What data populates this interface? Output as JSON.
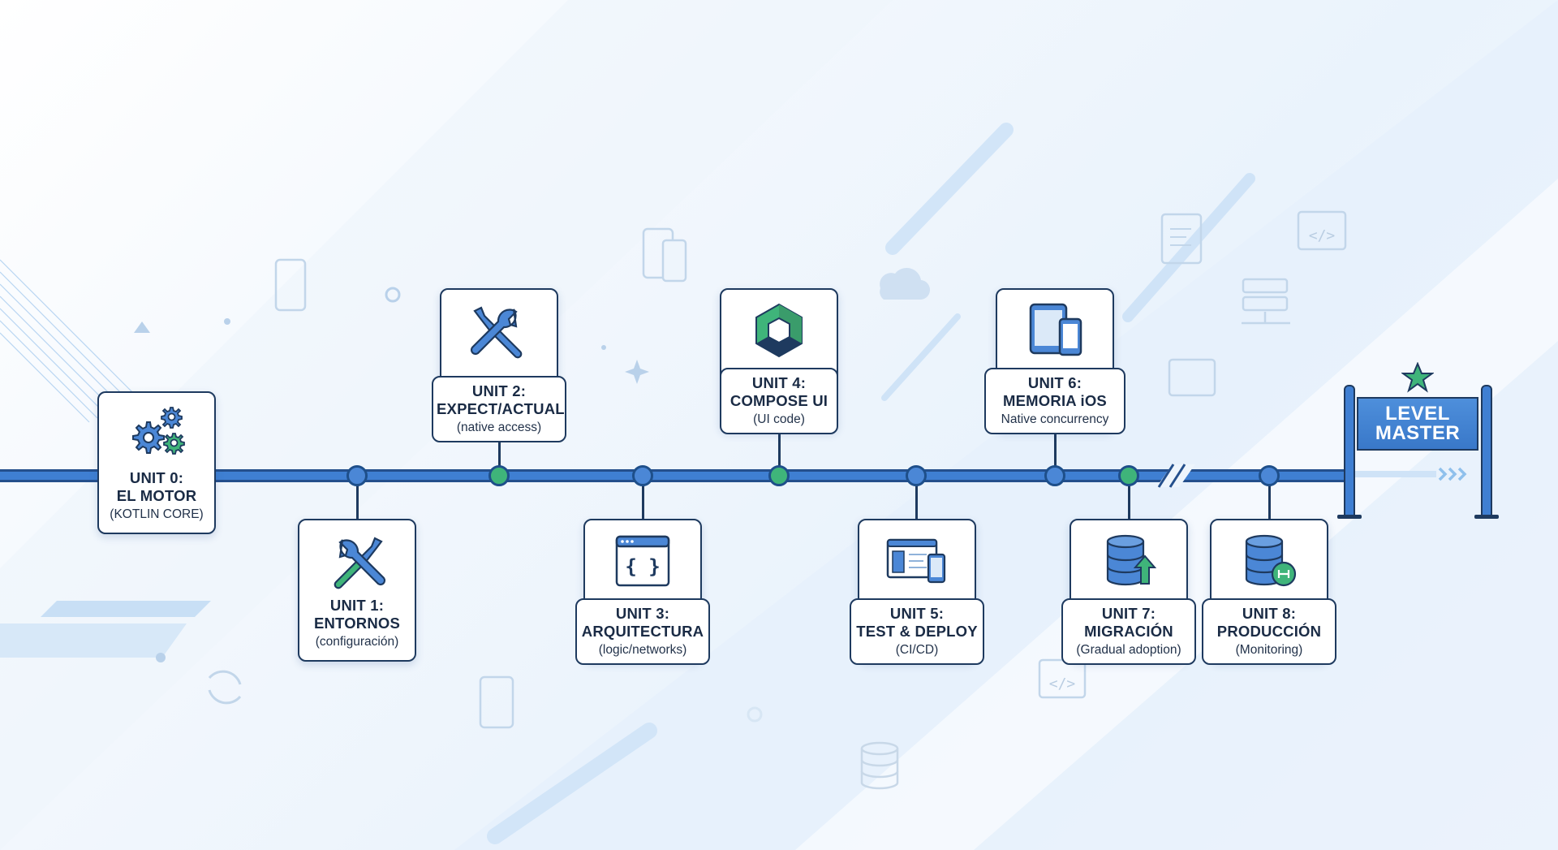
{
  "nodes": [
    {
      "id": "unit-0",
      "title_line1": "UNIT 0:",
      "title_line2": "EL MOTOR",
      "subtitle": "(KOTLIN CORE)",
      "icon": "gears-icon",
      "position": "above"
    },
    {
      "id": "unit-1",
      "title_line1": "UNIT 1:",
      "title_line2": "ENTORNOS",
      "subtitle": "(configuración)",
      "icon": "tools-icon",
      "position": "below"
    },
    {
      "id": "unit-2",
      "title_line1": "UNIT 2:",
      "title_line2": "EXPECT/ACTUAL",
      "subtitle": "(native access)",
      "icon": "tools-icon",
      "position": "above"
    },
    {
      "id": "unit-3",
      "title_line1": "UNIT 3:",
      "title_line2": "ARQUITECTURA",
      "subtitle": "(logic/networks)",
      "icon": "code-window-icon",
      "position": "below"
    },
    {
      "id": "unit-4",
      "title_line1": "UNIT 4:",
      "title_line2": "COMPOSE UI",
      "subtitle": "(UI code)",
      "icon": "compose-logo-icon",
      "position": "above"
    },
    {
      "id": "unit-5",
      "title_line1": "UNIT 5:",
      "title_line2": "TEST & DEPLOY",
      "subtitle": "(CI/CD)",
      "icon": "devices-icon",
      "position": "below"
    },
    {
      "id": "unit-6",
      "title_line1": "UNIT 6:",
      "title_line2": "MEMORIA iOS",
      "subtitle": "Native concurrency",
      "icon": "tablet-phone-icon",
      "position": "above"
    },
    {
      "id": "unit-7",
      "title_line1": "UNIT 7:",
      "title_line2": "MIGRACIÓN",
      "subtitle": "(Gradual adoption)",
      "icon": "database-upload-icon",
      "position": "below"
    },
    {
      "id": "unit-8",
      "title_line1": "UNIT 8:",
      "title_line2": "PRODUCCIÓN",
      "subtitle": "(Monitoring)",
      "icon": "database-monitor-icon",
      "position": "below"
    }
  ],
  "finish": {
    "line1": "LEVEL",
    "line2": "MASTER",
    "icon": "star-icon"
  },
  "colors": {
    "primary": "#3f7fd2",
    "outline": "#1e3a5f",
    "accent_green": "#3fb47a",
    "background": "#eef5fc"
  }
}
